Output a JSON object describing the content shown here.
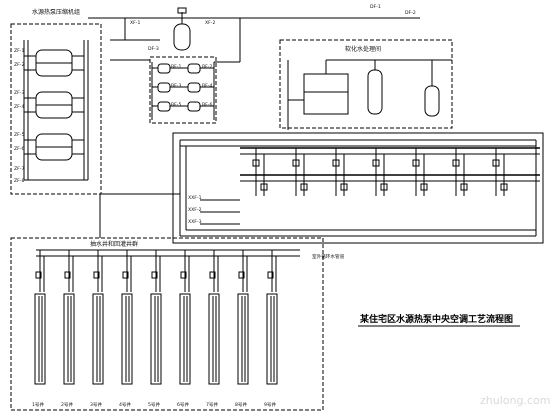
{
  "diagram": {
    "title": "某住宅区水源热泵中央空调工艺流程图",
    "sections": {
      "pressure_tanks": "水源热泵压缩机组",
      "water_treatment": "软化水处理间",
      "wells": "抽水井和回灌井群",
      "heat_pump_room": "室外循环水管道"
    },
    "compressor_labels": [
      "ZF-1",
      "ZF-2",
      "ZF-3",
      "ZF-4",
      "ZF-5",
      "ZF-6",
      "ZF-7",
      "ZF-8"
    ],
    "small_pump_labels": [
      "BF-1",
      "BF-2",
      "BF-3",
      "BF-4",
      "BF-5",
      "BF-6"
    ],
    "top_labels": [
      "DF-1",
      "DF-2",
      "DF-3",
      "XF-1",
      "XF-2"
    ],
    "outlet_labels": [
      "XXF-1",
      "XXF-2",
      "XXF-3"
    ],
    "well_labels": [
      "1号井",
      "2号井",
      "3号井",
      "4号井",
      "5号井",
      "6号井",
      "7号井",
      "8号井",
      "9号井"
    ],
    "watermark": "zhulong.com"
  }
}
